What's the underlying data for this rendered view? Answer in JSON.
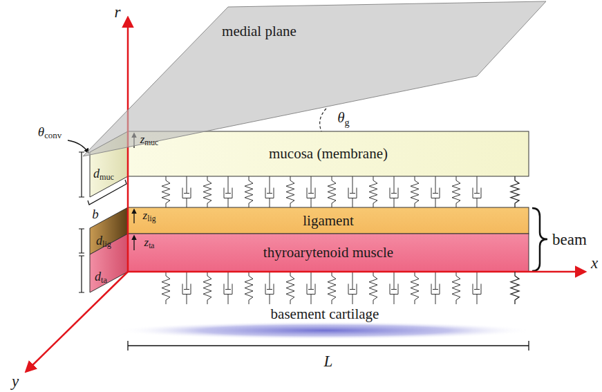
{
  "diagram": {
    "nodes": [
      {
        "text": [
          "medial plane"
        ]
      },
      {
        "text": [
          "mucosa (membrane)"
        ]
      },
      {
        "text": [
          "ligament"
        ]
      },
      {
        "text": [
          "thyroarytenoid muscle"
        ]
      },
      {
        "text": [
          "basement cartilage"
        ]
      }
    ],
    "edges": [
      {
        "from": 1,
        "to": 2,
        "arrow": "none"
      },
      {
        "from": 3,
        "to": 4,
        "arrow": "none"
      }
    ],
    "labels": [
      "r",
      "x",
      "y",
      "θg",
      "θconv",
      "zmuc",
      "dmuc",
      "b",
      "zlig",
      "dlig",
      "zta",
      "dta",
      "beam",
      "L"
    ]
  }
}
